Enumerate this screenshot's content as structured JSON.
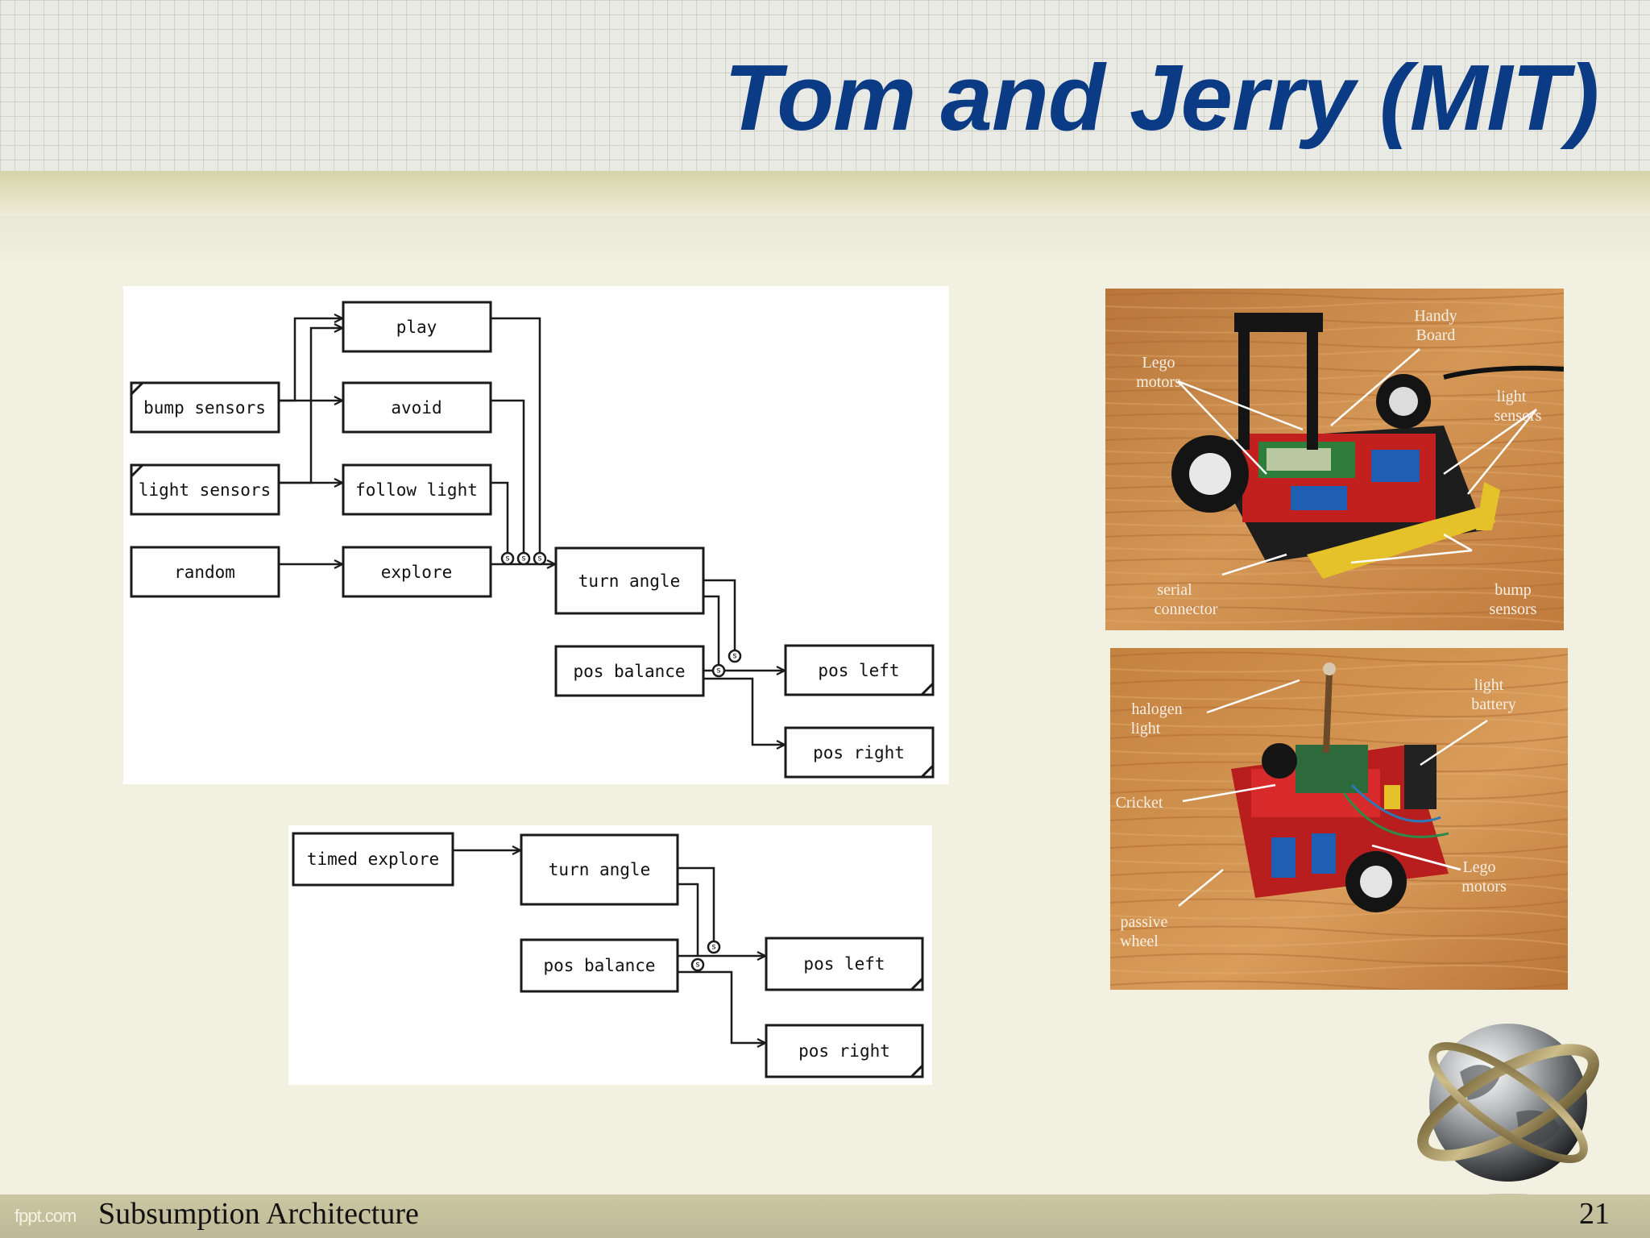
{
  "slide": {
    "title": "Tom and Jerry (MIT)",
    "footer_brand": "fppt.com",
    "footer_title": "Subsumption Architecture",
    "page_number": "21"
  },
  "diagram_top": {
    "blocks": {
      "play": "play",
      "bump_sensors": "bump sensors",
      "avoid": "avoid",
      "light_sensors": "light sensors",
      "follow_light": "follow light",
      "random": "random",
      "explore": "explore",
      "turn_angle": "turn angle",
      "pos_balance": "pos balance",
      "pos_left": "pos left",
      "pos_right": "pos right"
    }
  },
  "diagram_bottom": {
    "blocks": {
      "timed_explore": "timed explore",
      "turn_angle": "turn angle",
      "pos_balance": "pos balance",
      "pos_left": "pos left",
      "pos_right": "pos right"
    }
  },
  "photo_top": {
    "callouts": {
      "handy_board_1": "Handy",
      "handy_board_2": "Board",
      "lego_motors_1": "Lego",
      "lego_motors_2": "motors",
      "light_sensors_1": "light",
      "light_sensors_2": "sensors",
      "serial_connector_1": "serial",
      "serial_connector_2": "connector",
      "bump_sensors_1": "bump",
      "bump_sensors_2": "sensors"
    }
  },
  "photo_bottom": {
    "callouts": {
      "halogen_light_1": "halogen",
      "halogen_light_2": "light",
      "light_battery_1": "light",
      "light_battery_2": "battery",
      "cricket": "Cricket",
      "lego_motors_1": "Lego",
      "lego_motors_2": "motors",
      "passive_wheel_1": "passive",
      "passive_wheel_2": "wheel"
    }
  },
  "colors": {
    "title": "#0c3b86",
    "background": "#f1f0e1",
    "wood": "#c98a45"
  }
}
